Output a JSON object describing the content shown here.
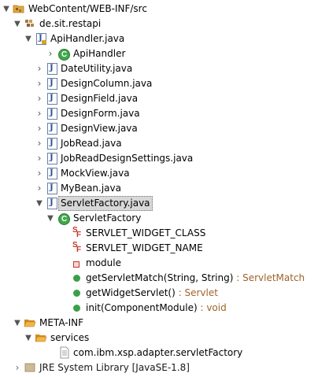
{
  "tree": {
    "src_root": "WebContent/WEB-INF/src",
    "package": "de.sit.restapi",
    "files": [
      "ApiHandler.java",
      "ApiHandler",
      "DateUtility.java",
      "DesignColumn.java",
      "DesignField.java",
      "DesignForm.java",
      "DesignView.java",
      "JobRead.java",
      "JobReadDesignSettings.java",
      "MockView.java",
      "MyBean.java",
      "ServletFactory.java",
      "ServletFactory"
    ],
    "members": {
      "field1": "SERVLET_WIDGET_CLASS",
      "field2": "SERVLET_WIDGET_NAME",
      "field3": "module",
      "method1": "getServletMatch(String, String)",
      "method1_type": " : ServletMatch",
      "method2": "getWidgetServlet()",
      "method2_type": " : Servlet",
      "method3": "init(ComponentModule)",
      "method3_type": " : void"
    },
    "meta_inf": "META-INF",
    "services": "services",
    "service_file": "com.ibm.xsp.adapter.servletFactory",
    "cut_off": "JRE System Library [JavaSE-1.8]"
  },
  "icons": {
    "folder": "folder-icon",
    "package": "package-icon",
    "java_file": "java-file-icon",
    "class": "class-icon",
    "static_final_field": "static-final-field-icon",
    "private_field": "private-field-icon",
    "public_method": "public-method-icon"
  },
  "colors": {
    "type_suffix": "#a0632a",
    "selection": "#d8d8d8",
    "class_green": "#3fa84a",
    "folder_orange": "#e9a53a"
  }
}
